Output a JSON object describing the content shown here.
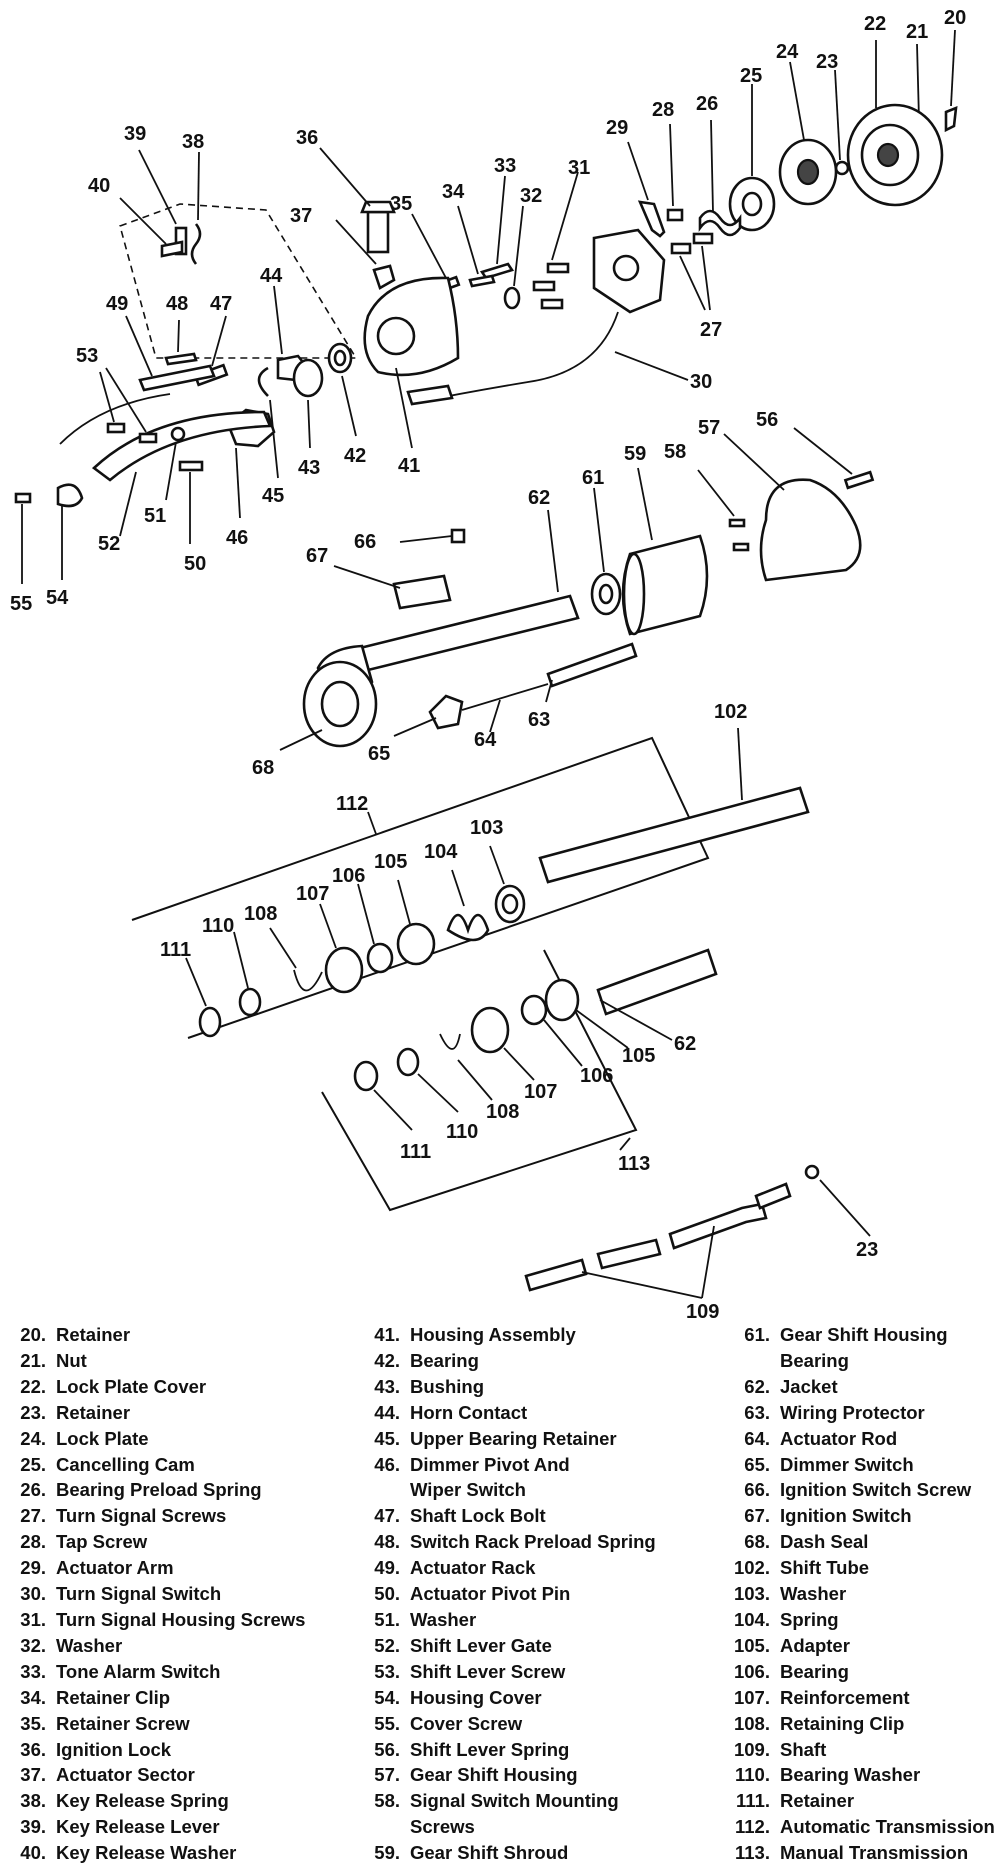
{
  "callouts": {
    "20": "20",
    "21": "21",
    "22": "22",
    "23": "23",
    "24": "24",
    "25": "25",
    "26": "26",
    "27": "27",
    "28": "28",
    "29": "29",
    "30": "30",
    "31": "31",
    "32": "32",
    "33": "33",
    "34": "34",
    "35": "35",
    "36": "36",
    "37": "37",
    "38": "38",
    "39": "39",
    "40": "40",
    "41": "41",
    "42": "42",
    "43": "43",
    "44": "44",
    "45": "45",
    "46": "46",
    "47": "47",
    "48": "48",
    "49": "49",
    "50": "50",
    "51": "51",
    "52": "52",
    "53": "53",
    "54": "54",
    "55": "55",
    "56": "56",
    "57": "57",
    "58": "58",
    "59": "59",
    "61": "61",
    "62": "62",
    "63": "63",
    "64": "64",
    "65": "65",
    "66": "66",
    "67": "67",
    "68": "68",
    "102": "102",
    "103": "103",
    "104": "104",
    "105": "105",
    "106": "106",
    "107": "107",
    "108": "108",
    "109": "109",
    "110": "110",
    "111": "111",
    "112": "112",
    "113": "113"
  },
  "legend": {
    "col1": [
      {
        "n": "20.",
        "t": "Retainer"
      },
      {
        "n": "21.",
        "t": "Nut"
      },
      {
        "n": "22.",
        "t": "Lock Plate Cover"
      },
      {
        "n": "23.",
        "t": "Retainer"
      },
      {
        "n": "24.",
        "t": "Lock Plate"
      },
      {
        "n": "25.",
        "t": "Cancelling Cam"
      },
      {
        "n": "26.",
        "t": "Bearing Preload Spring"
      },
      {
        "n": "27.",
        "t": "Turn Signal Screws"
      },
      {
        "n": "28.",
        "t": "Tap Screw"
      },
      {
        "n": "29.",
        "t": "Actuator Arm"
      },
      {
        "n": "30.",
        "t": "Turn Signal Switch"
      },
      {
        "n": "31.",
        "t": "Turn Signal Housing Screws"
      },
      {
        "n": "32.",
        "t": "Washer"
      },
      {
        "n": "33.",
        "t": "Tone Alarm Switch"
      },
      {
        "n": "34.",
        "t": "Retainer Clip"
      },
      {
        "n": "35.",
        "t": "Retainer Screw"
      },
      {
        "n": "36.",
        "t": "Ignition Lock"
      },
      {
        "n": "37.",
        "t": "Actuator Sector"
      },
      {
        "n": "38.",
        "t": "Key Release Spring"
      },
      {
        "n": "39.",
        "t": "Key Release Lever"
      },
      {
        "n": "40.",
        "t": "Key Release Washer"
      }
    ],
    "col2": [
      {
        "n": "41.",
        "t": "Housing Assembly"
      },
      {
        "n": "42.",
        "t": "Bearing"
      },
      {
        "n": "43.",
        "t": "Bushing"
      },
      {
        "n": "44.",
        "t": "Horn Contact"
      },
      {
        "n": "45.",
        "t": "Upper Bearing Retainer"
      },
      {
        "n": "46.",
        "t": "Dimmer Pivot And"
      },
      {
        "n": "",
        "t": "Wiper Switch"
      },
      {
        "n": "47.",
        "t": "Shaft Lock Bolt"
      },
      {
        "n": "48.",
        "t": "Switch Rack Preload Spring"
      },
      {
        "n": "49.",
        "t": "Actuator Rack"
      },
      {
        "n": "50.",
        "t": "Actuator Pivot Pin"
      },
      {
        "n": "51.",
        "t": "Washer"
      },
      {
        "n": "52.",
        "t": "Shift Lever Gate"
      },
      {
        "n": "53.",
        "t": "Shift Lever Screw"
      },
      {
        "n": "54.",
        "t": "Housing Cover"
      },
      {
        "n": "55.",
        "t": "Cover Screw"
      },
      {
        "n": "56.",
        "t": "Shift Lever Spring"
      },
      {
        "n": "57.",
        "t": "Gear Shift Housing"
      },
      {
        "n": "58.",
        "t": "Signal Switch Mounting"
      },
      {
        "n": "",
        "t": "Screws"
      },
      {
        "n": "59.",
        "t": "Gear Shift Shroud"
      }
    ],
    "col3": [
      {
        "n": "61.",
        "t": "Gear Shift Housing"
      },
      {
        "n": "",
        "t": "Bearing"
      },
      {
        "n": "62.",
        "t": "Jacket"
      },
      {
        "n": "63.",
        "t": "Wiring Protector"
      },
      {
        "n": "64.",
        "t": "Actuator Rod"
      },
      {
        "n": "65.",
        "t": "Dimmer Switch"
      },
      {
        "n": "66.",
        "t": "Ignition Switch Screw"
      },
      {
        "n": "67.",
        "t": "Ignition Switch"
      },
      {
        "n": "68.",
        "t": "Dash Seal"
      },
      {
        "n": "102.",
        "t": "Shift Tube"
      },
      {
        "n": "103.",
        "t": "Washer"
      },
      {
        "n": "104.",
        "t": "Spring"
      },
      {
        "n": "105.",
        "t": "Adapter"
      },
      {
        "n": "106.",
        "t": "Bearing"
      },
      {
        "n": "107.",
        "t": "Reinforcement"
      },
      {
        "n": "108.",
        "t": "Retaining Clip"
      },
      {
        "n": "109.",
        "t": "Shaft"
      },
      {
        "n": "110.",
        "t": "Bearing Washer"
      },
      {
        "n": "111.",
        "t": "Retainer"
      },
      {
        "n": "112.",
        "t": "Automatic Transmission"
      },
      {
        "n": "113.",
        "t": "Manual Transmission"
      }
    ]
  }
}
